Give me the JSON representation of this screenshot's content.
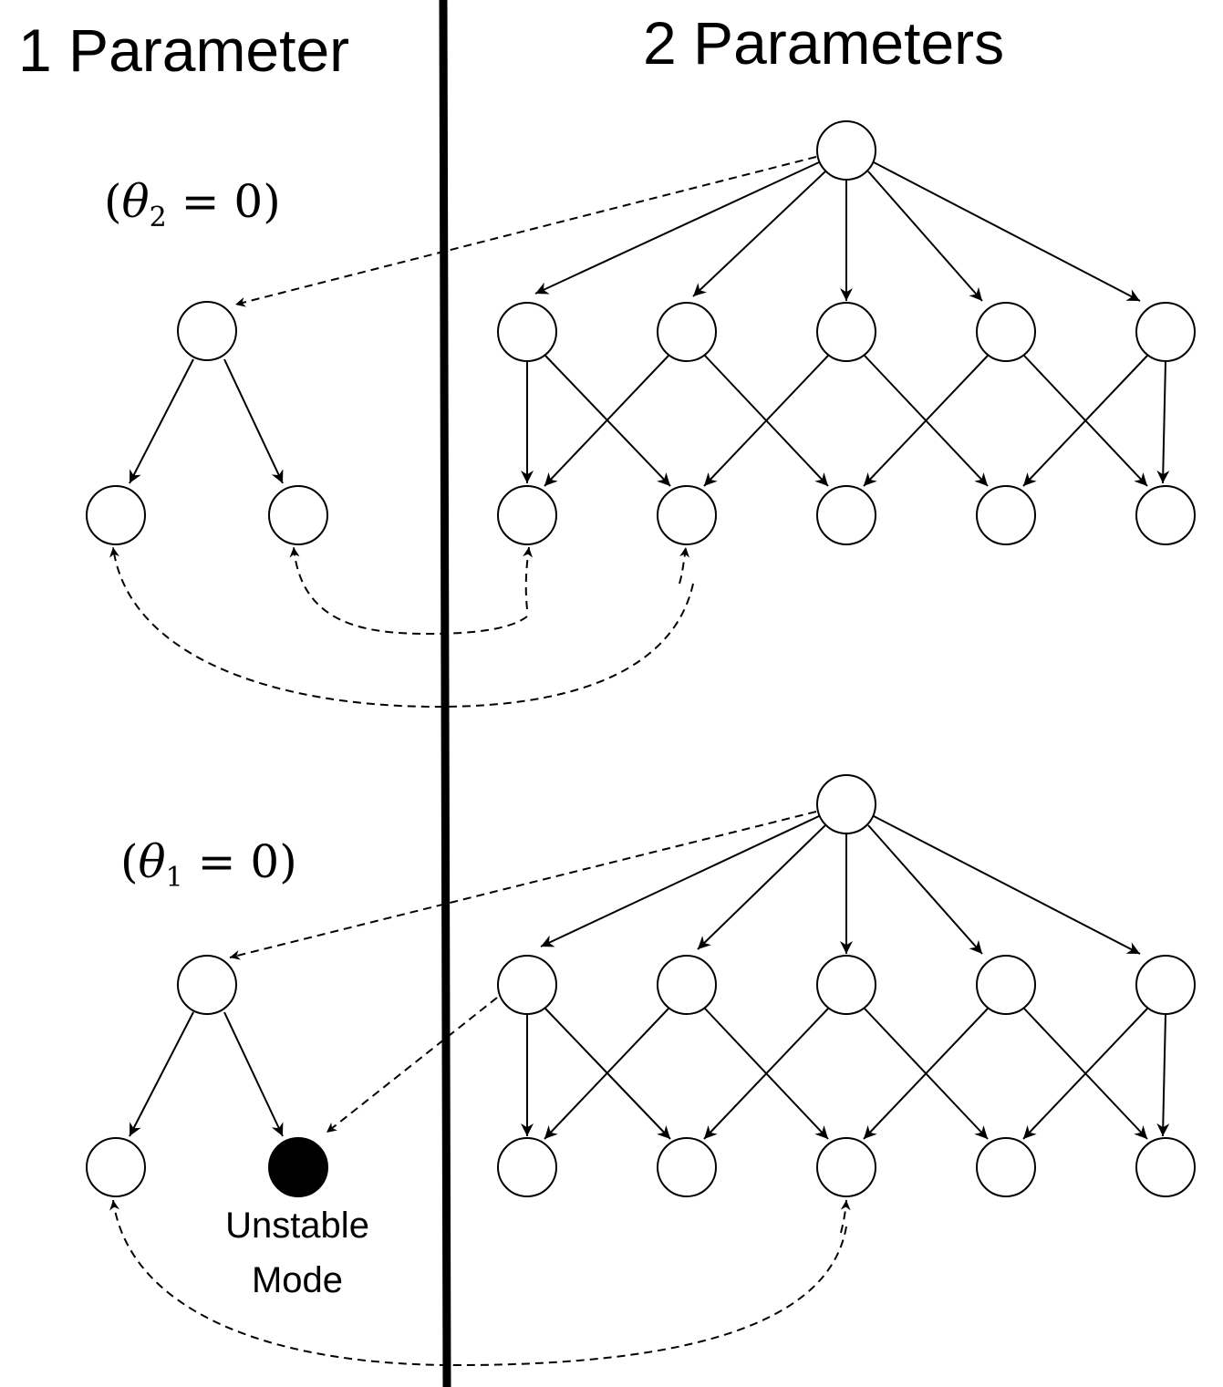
{
  "headings": {
    "left": "1 Parameter",
    "right": "2 Parameters"
  },
  "conditions": {
    "top": {
      "open": "(",
      "symbol": "θ",
      "subscript": "2",
      "rest": " = 0)"
    },
    "bottom": {
      "open": "(",
      "symbol": "θ",
      "subscript": "1",
      "rest": " = 0)"
    }
  },
  "unstable_label": {
    "line1": "Unstable",
    "line2": "Mode"
  },
  "colors": {
    "stroke": "#000000",
    "background": "#ffffff",
    "unstable_fill": "#000000"
  }
}
